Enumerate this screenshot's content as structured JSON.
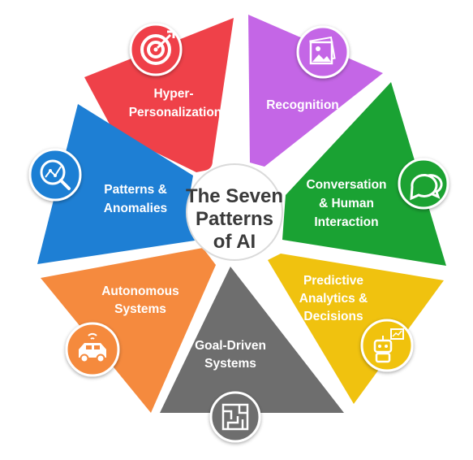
{
  "center": {
    "lines": [
      "The Seven",
      "Patterns",
      "of AI"
    ]
  },
  "segments": [
    {
      "id": "hyper-personalization",
      "lines": [
        "Hyper-",
        "Personalization"
      ],
      "color": "#ef4149",
      "icon": "target-icon"
    },
    {
      "id": "recognition",
      "lines": [
        "Recognition"
      ],
      "color": "#c466e6",
      "icon": "image-icon"
    },
    {
      "id": "conversation",
      "lines": [
        "Conversation",
        "& Human",
        "Interaction"
      ],
      "color": "#1aa233",
      "icon": "chat-icon"
    },
    {
      "id": "predictive",
      "lines": [
        "Predictive",
        "Analytics &",
        "Decisions"
      ],
      "color": "#f0c20f",
      "icon": "robot-icon"
    },
    {
      "id": "goal-driven",
      "lines": [
        "Goal-Driven",
        "Systems"
      ],
      "color": "#6e6e6e",
      "icon": "maze-icon"
    },
    {
      "id": "autonomous",
      "lines": [
        "Autonomous",
        "Systems"
      ],
      "color": "#f58a3e",
      "icon": "car-icon"
    },
    {
      "id": "patterns",
      "lines": [
        "Patterns &",
        "Anomalies"
      ],
      "color": "#1e7fd4",
      "icon": "magnifier-chart-icon"
    }
  ]
}
